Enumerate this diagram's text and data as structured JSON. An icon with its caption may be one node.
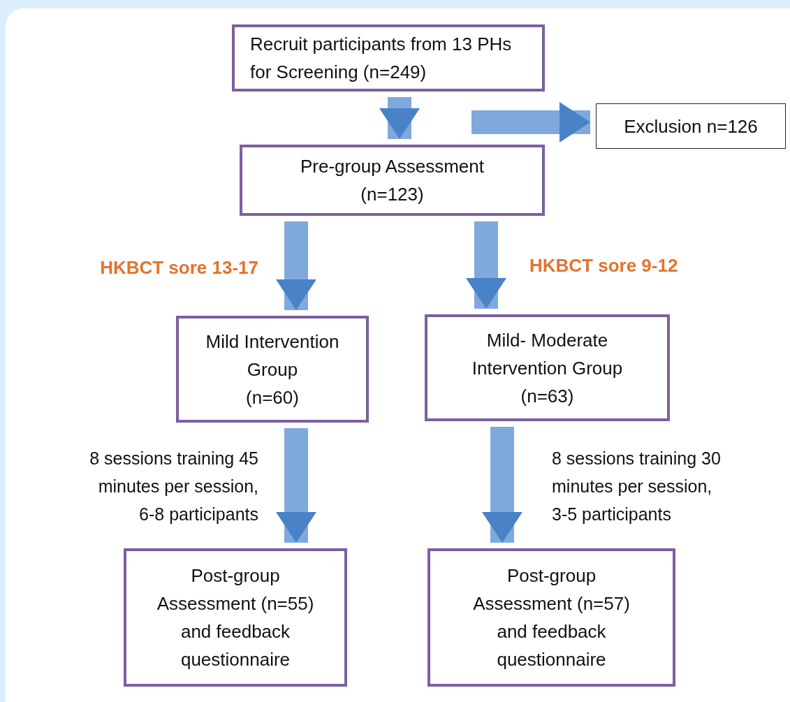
{
  "diagram": {
    "nodes": [
      {
        "text": [
          "Recruit participants from 13 PHs for Screening (n=249)"
        ]
      },
      {
        "text": [
          "Exclusion n=126"
        ]
      },
      {
        "text": [
          "Pre-group Assessment",
          "(n=123)"
        ]
      },
      {
        "text": [
          "Mild Intervention Group",
          "(n=60)"
        ]
      },
      {
        "text": [
          "Mild- Moderate Intervention Group",
          "(n=63)"
        ]
      },
      {
        "text": [
          "Post-group Assessment (n=55) and feedback questionnaire"
        ]
      },
      {
        "text": [
          "Post-group Assessment (n=57) and feedback questionnaire"
        ]
      }
    ],
    "edges": [
      {
        "from": 0,
        "to": 2,
        "arrow": "to"
      },
      {
        "from": null,
        "to": 1,
        "arrow": "to"
      },
      {
        "from": 2,
        "to": 3,
        "arrow": "to",
        "label": "HKBCT sore 13-17"
      },
      {
        "from": 2,
        "to": 4,
        "arrow": "to",
        "label": "HKBCT sore 9-12"
      },
      {
        "from": 3,
        "to": 5,
        "arrow": "to",
        "label": "8 sessions training 45 minutes per session, 6-8 participants"
      },
      {
        "from": 4,
        "to": 6,
        "arrow": "to",
        "label": "8 sessions training 30 minutes per session, 3-5 participants"
      }
    ]
  }
}
